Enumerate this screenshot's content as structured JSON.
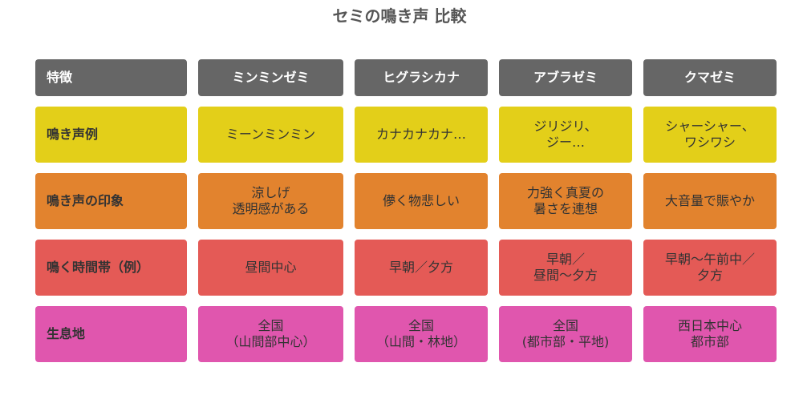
{
  "title": "セミの鳴き声 比較",
  "colors": {
    "header": "#666666",
    "voice_example": "#e3cf19",
    "impression": "#e2832e",
    "time": "#e45a56",
    "habitat": "#e056ae"
  },
  "header": {
    "feature": "特徴",
    "columns": [
      "ミンミンゼミ",
      "ヒグラシカナ",
      "アブラゼミ",
      "クマゼミ"
    ]
  },
  "rows": [
    {
      "key": "voice_example",
      "label": "鳴き声例",
      "values": [
        "ミーンミンミン",
        "カナカナカナ…",
        "ジリジリ、\nジー…",
        "シャーシャー、\nワシワシ"
      ]
    },
    {
      "key": "impression",
      "label": "鳴き声の印象",
      "values": [
        "涼しげ\n透明感がある",
        "儚く物悲しい",
        "力強く真夏の\n暑さを連想",
        "大音量で賑やか"
      ]
    },
    {
      "key": "time",
      "label": "鳴く時間帯（例）",
      "values": [
        "昼間中心",
        "早朝／夕方",
        "早朝／\n昼間〜夕方",
        "早朝〜午前中／\n夕方"
      ]
    },
    {
      "key": "habitat",
      "label": "生息地",
      "values": [
        "全国\n（山間部中心）",
        "全国\n（山間・林地）",
        "全国\n(都市部・平地)",
        "西日本中心\n都市部"
      ]
    }
  ]
}
